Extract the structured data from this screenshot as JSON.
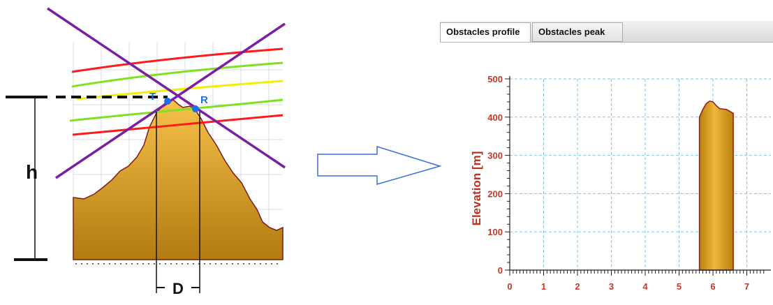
{
  "left_figure": {
    "label_T": "T",
    "label_R": "R",
    "label_h": "h",
    "label_D": "D",
    "colors": {
      "terrain_fill_top": "#f2c14a",
      "terrain_fill_bottom": "#b07a0c",
      "terrain_outline": "#7a1c1c",
      "cross_lines": "#7b1fa2",
      "curve_red": "#ff1a1a",
      "curve_green": "#7fe022",
      "curve_yellow": "#f0f000",
      "points": "#1e6ee8",
      "grid": "#d8d8d8"
    }
  },
  "arrow": {
    "color": "#3a6fd8",
    "icon": "right-arrow-outline-icon"
  },
  "right_panel": {
    "tabs": [
      {
        "label": "Obstacles profile",
        "active": true
      },
      {
        "label": "Obstacles peak",
        "active": false
      }
    ],
    "chart_data": {
      "type": "area",
      "title": "",
      "xlabel": "",
      "ylabel": "Elevation [m]",
      "x_ticks": [
        "0",
        "1",
        "2",
        "3",
        "4",
        "5",
        "6",
        "7"
      ],
      "y_ticks": [
        "0",
        "100",
        "200",
        "300",
        "400",
        "500"
      ],
      "xlim": [
        0,
        7.5
      ],
      "ylim": [
        0,
        500
      ],
      "grid": true,
      "series": [
        {
          "x": [
            5.6,
            5.6,
            5.7,
            5.8,
            5.9,
            6.0,
            6.1,
            6.2,
            6.4,
            6.6,
            6.6
          ],
          "y": [
            0,
            400,
            420,
            435,
            442,
            440,
            430,
            422,
            420,
            410,
            0
          ]
        }
      ],
      "colors": {
        "fill": "#e0a520",
        "outline": "#8a1f1f",
        "axis_text": "#c0392b",
        "grid": "#7fc6e6"
      }
    }
  }
}
